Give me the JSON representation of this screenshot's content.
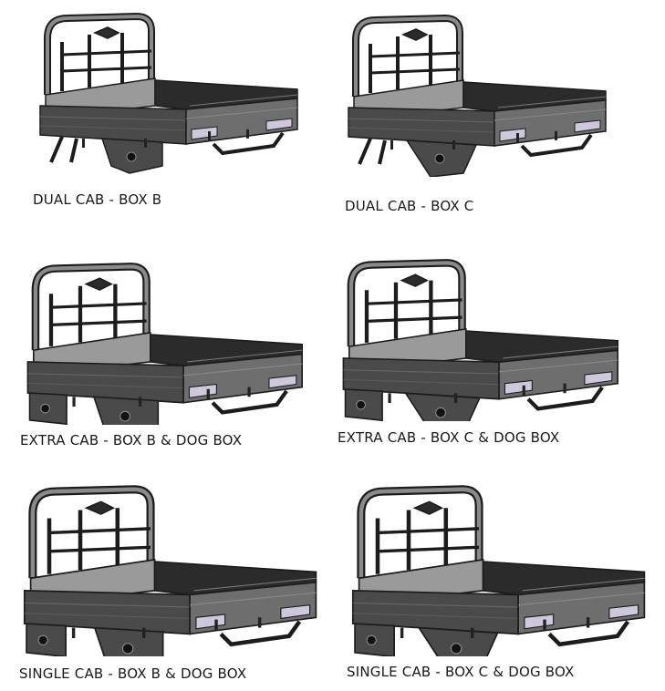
{
  "variants": [
    {
      "caption": "DUAL CAB - BOX B",
      "box": "B",
      "dog_box": false
    },
    {
      "caption": "DUAL CAB - BOX C",
      "box": "C",
      "dog_box": false
    },
    {
      "caption": "EXTRA CAB - BOX B & DOG BOX",
      "box": "B",
      "dog_box": true
    },
    {
      "caption": "EXTRA CAB - BOX C & DOG BOX",
      "box": "C",
      "dog_box": true
    },
    {
      "caption": "SINGLE CAB - BOX B & DOG BOX",
      "box": "B",
      "dog_box": true
    },
    {
      "caption": "SINGLE CAB - BOX C & DOG BOX",
      "box": "C",
      "dog_box": true
    }
  ],
  "colors": {
    "body": "#4a4a4a",
    "dark": "#2b2b2b",
    "light": "#8a8a8a",
    "panel": "#9a9a9a",
    "lavender": "#cfc8dc",
    "outline": "#1c1c1c"
  }
}
